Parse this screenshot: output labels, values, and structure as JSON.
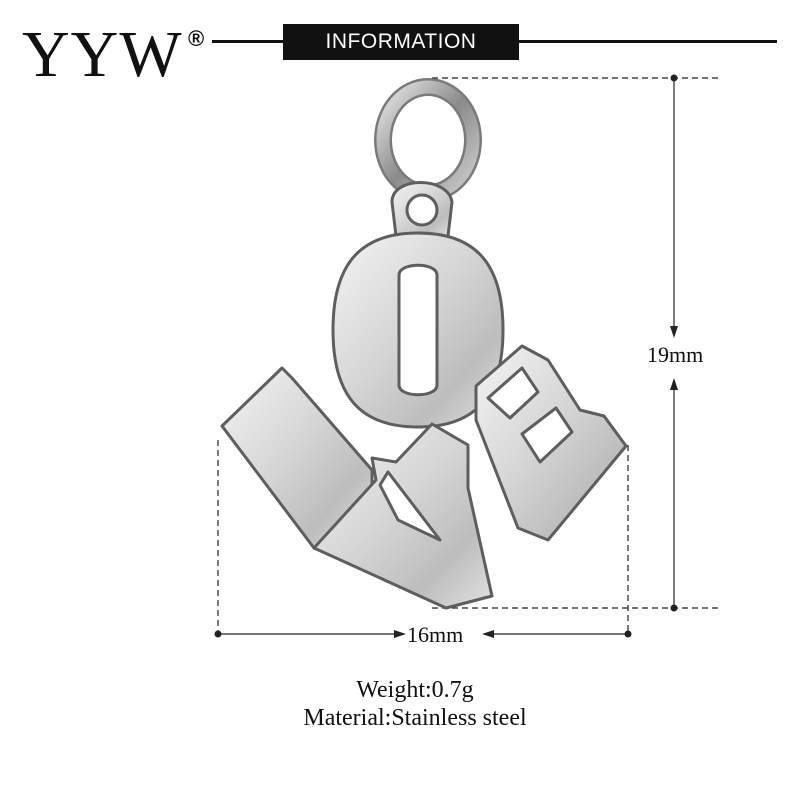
{
  "brand": {
    "name": "YYW",
    "registered_mark": "®"
  },
  "header": {
    "label": "INFORMATION"
  },
  "dimensions": {
    "height_label": "19mm",
    "width_label": "16mm"
  },
  "specs": {
    "weight": "Weight:0.7g",
    "material": "Material:Stainless steel"
  },
  "product": {
    "pendant_letters": [
      "L",
      "O",
      "V",
      "E"
    ]
  }
}
